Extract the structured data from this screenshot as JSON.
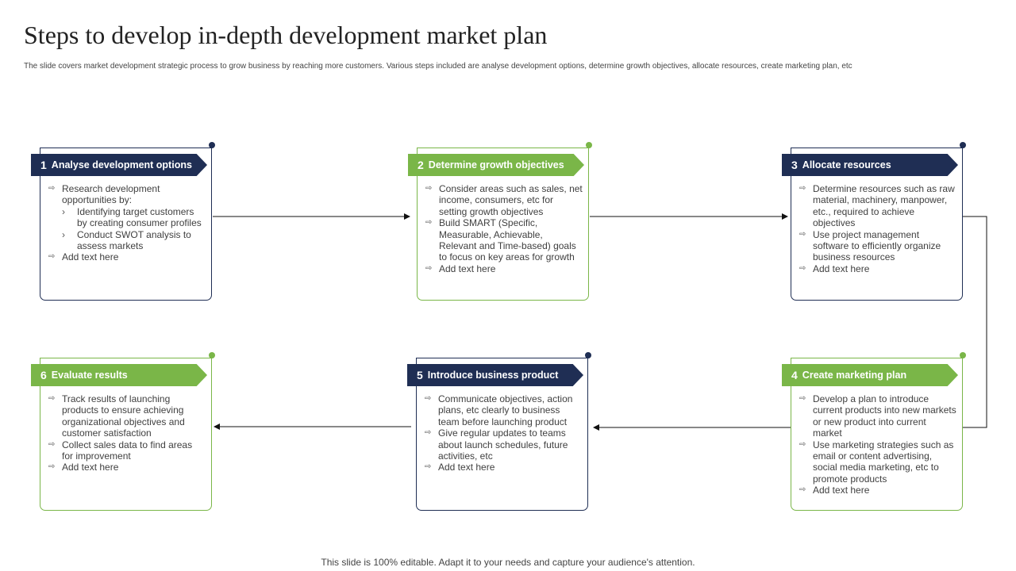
{
  "header": {
    "title": "Steps to develop in-depth development market plan",
    "subtitle": "The slide covers market development strategic process to grow business by reaching more customers. Various steps included are analyse development options, determine  growth objectives, allocate resources, create marketing plan, etc"
  },
  "footer": {
    "text": "This slide is 100% editable. Adapt it to your needs and capture your audience's attention."
  },
  "colors": {
    "navy": "#1f2e54",
    "green": "#7ab648"
  },
  "icons": {
    "bullet": "right-arrow-icon",
    "sub_bullet": "chevron-right-icon"
  },
  "steps": [
    {
      "num": "1",
      "title": "Analyse development options",
      "items": [
        {
          "text": "Research development opportunities by:",
          "subs": [
            "Identifying target customers by creating consumer profiles",
            "Conduct SWOT analysis to assess markets"
          ]
        },
        {
          "text": "Add text here"
        }
      ]
    },
    {
      "num": "2",
      "title": "Determine growth objectives",
      "items": [
        {
          "text": "Consider areas such as sales, net income, consumers, etc for setting growth objectives"
        },
        {
          "text": "Build SMART (Specific, Measurable, Achievable, Relevant and Time-based) goals to focus on key areas for growth"
        },
        {
          "text": "Add text here"
        }
      ]
    },
    {
      "num": "3",
      "title": "Allocate resources",
      "items": [
        {
          "text": "Determine resources such as raw material, machinery, manpower, etc., required to achieve objectives"
        },
        {
          "text": "Use project management software to efficiently organize business resources"
        },
        {
          "text": "Add text here"
        }
      ]
    },
    {
      "num": "4",
      "title": "Create marketing plan",
      "items": [
        {
          "text": "Develop a plan to introduce current products into new markets or new product into current market"
        },
        {
          "text": "Use marketing strategies such as email or content advertising, social media marketing, etc to promote products"
        },
        {
          "text": "Add text here"
        }
      ]
    },
    {
      "num": "5",
      "title": "Introduce business product",
      "items": [
        {
          "text": "Communicate objectives, action plans, etc clearly to business team before launching product"
        },
        {
          "text": "Give regular updates to teams about launch schedules, future activities, etc"
        },
        {
          "text": "Add text here"
        }
      ]
    },
    {
      "num": "6",
      "title": "Evaluate  results",
      "items": [
        {
          "text": "Track results of launching products to ensure achieving organizational objectives and customer satisfaction"
        },
        {
          "text": "Collect sales data to find areas for improvement"
        },
        {
          "text": "Add text here"
        }
      ]
    }
  ]
}
